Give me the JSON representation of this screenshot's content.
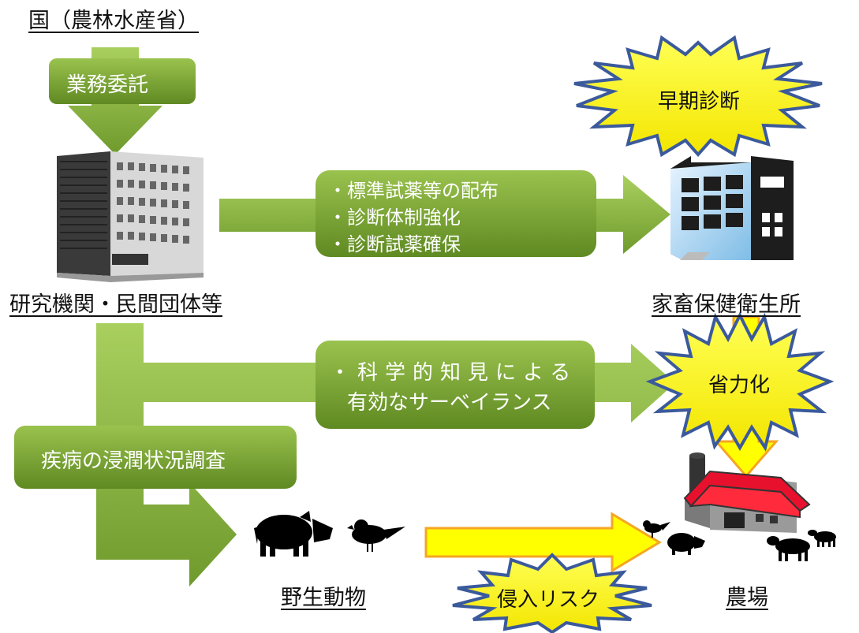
{
  "labels": {
    "ministry": "国（農林水産省）",
    "research": "研究機関・民間団体等",
    "health_center": "家畜保健衛生所",
    "wildlife": "野生動物",
    "farm": "農場"
  },
  "boxes": {
    "commission": "業務委託",
    "distribution": [
      "・標準試薬等の配布",
      "・診断体制強化",
      "・診断試薬確保"
    ],
    "surveillance": [
      "・科学的知見による",
      "有効なサーベイランス"
    ],
    "survey": "疾病の浸潤状況調査"
  },
  "bursts": {
    "early_diagnosis": "早期診断",
    "labor_saving": "省力化",
    "intrusion_risk": "侵入リスク"
  },
  "colors": {
    "green_light": "#a6cf5c",
    "green_dark": "#6f9a2c",
    "burst_fill": "#ffff33",
    "burst_stroke": "#3b5a9c",
    "arrow_yellow": "#ffff00",
    "arrow_orange": "#f5a623",
    "barn_red": "#e8112d"
  }
}
